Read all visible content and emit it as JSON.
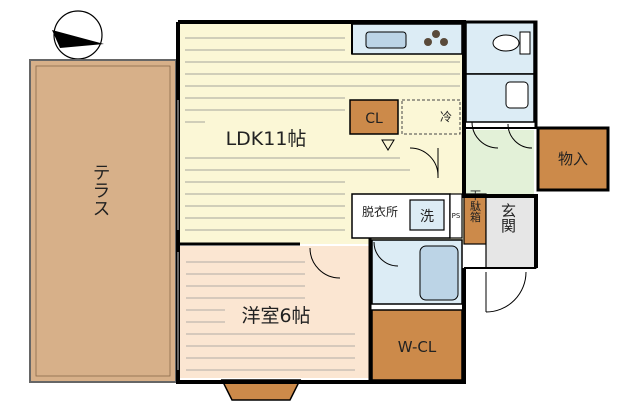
{
  "floorplan": {
    "rooms": {
      "terrace": "テラス",
      "ldk": "LDK11帖",
      "western_room": "洋室6帖",
      "walk_in_closet": "W-CL",
      "closet": "CL",
      "refrigerator": "冷",
      "dressing_room": "脱衣所",
      "washer": "洗",
      "pipe_space": "PS",
      "shoe_box": "下駄箱",
      "entrance": "玄関",
      "storage": "物入"
    },
    "colors": {
      "wall": "#000000",
      "ldk_floor": "#fbf7d6",
      "terrace_floor": "#d7b089",
      "western_floor": "#fbe6d2",
      "closet_floor": "#cc8a4a",
      "wet_area": "#dcecf5",
      "entrance_floor": "#e6e6e6",
      "hall_floor": "#e3f1d8",
      "compass": "#000000"
    }
  }
}
